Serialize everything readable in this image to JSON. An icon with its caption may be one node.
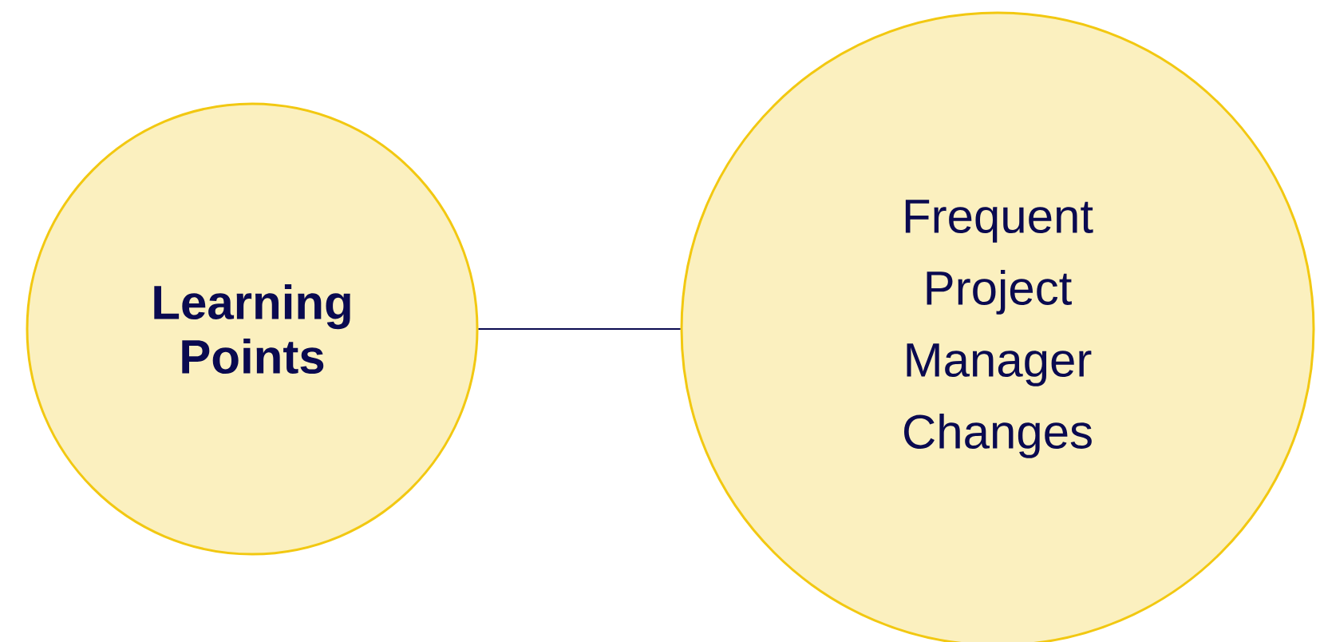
{
  "diagram": {
    "nodes": [
      {
        "text": [
          "**Learning Points**"
        ]
      },
      {
        "text": [
          "Frequent Project Manager Changes"
        ]
      }
    ],
    "edges": [
      {
        "from": 0,
        "to": 1,
        "arrow": "none"
      }
    ]
  }
}
